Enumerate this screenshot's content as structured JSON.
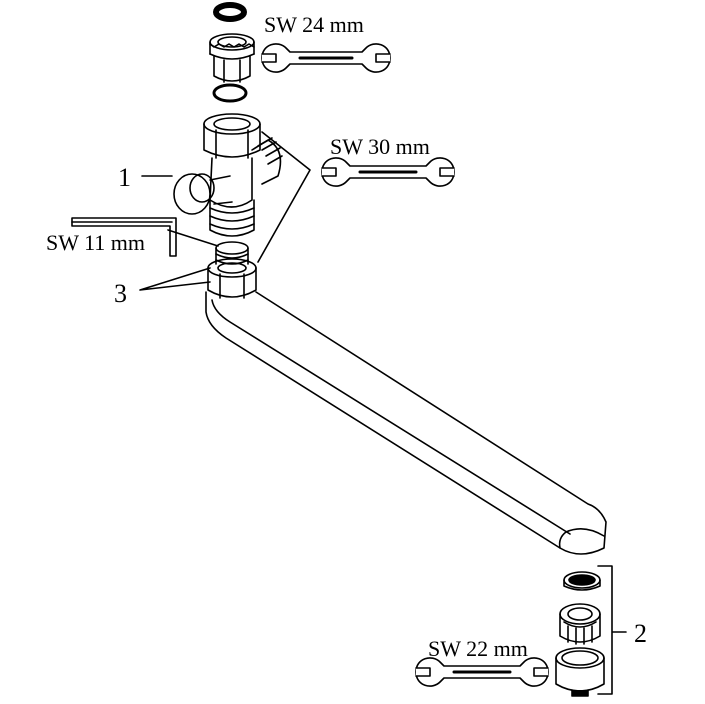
{
  "labels": {
    "sw24": "SW 24 mm",
    "sw30": "SW 30 mm",
    "sw11": "SW 11 mm",
    "sw22": "SW 22 mm",
    "part1": "1",
    "part2": "2",
    "part3": "3"
  }
}
